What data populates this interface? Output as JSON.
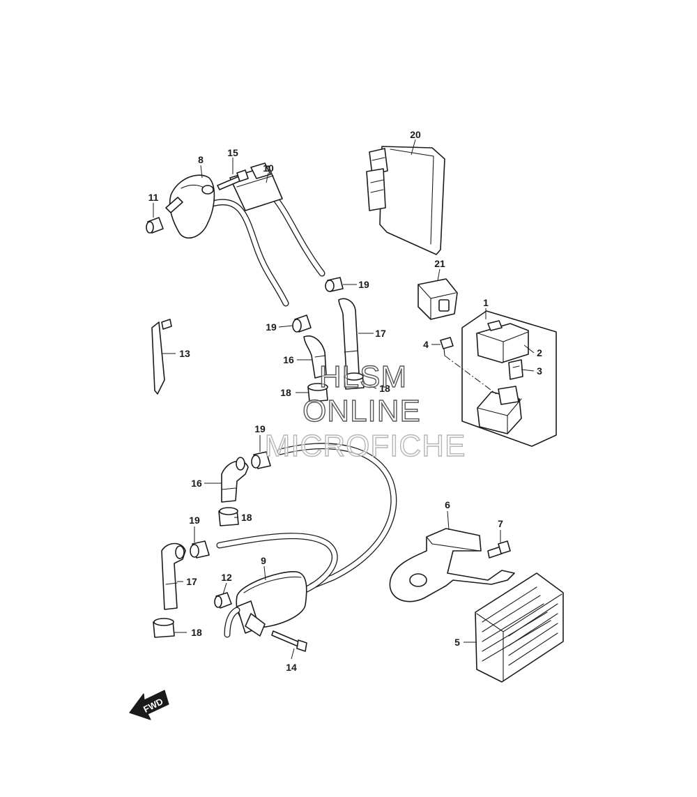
{
  "callouts": [
    {
      "id": "c1",
      "text": "1"
    },
    {
      "id": "c2",
      "text": "2"
    },
    {
      "id": "c3",
      "text": "3"
    },
    {
      "id": "c4",
      "text": "4"
    },
    {
      "id": "c5",
      "text": "5"
    },
    {
      "id": "c6",
      "text": "6"
    },
    {
      "id": "c7",
      "text": "7"
    },
    {
      "id": "c8",
      "text": "8"
    },
    {
      "id": "c9",
      "text": "9"
    },
    {
      "id": "c10",
      "text": "10"
    },
    {
      "id": "c11",
      "text": "11"
    },
    {
      "id": "c12",
      "text": "12"
    },
    {
      "id": "c13",
      "text": "13"
    },
    {
      "id": "c14",
      "text": "14"
    },
    {
      "id": "c15",
      "text": "15"
    },
    {
      "id": "c16a",
      "text": "16"
    },
    {
      "id": "c16b",
      "text": "16"
    },
    {
      "id": "c17a",
      "text": "17"
    },
    {
      "id": "c17b",
      "text": "17"
    },
    {
      "id": "c18a",
      "text": "18"
    },
    {
      "id": "c18b",
      "text": "18"
    },
    {
      "id": "c18c",
      "text": "18"
    },
    {
      "id": "c18d",
      "text": "18"
    },
    {
      "id": "c19a",
      "text": "19"
    },
    {
      "id": "c19b",
      "text": "19"
    },
    {
      "id": "c19c",
      "text": "19"
    },
    {
      "id": "c19d",
      "text": "19"
    },
    {
      "id": "c20",
      "text": "20"
    },
    {
      "id": "c21",
      "text": "21"
    }
  ],
  "watermark": {
    "line1": "HLSM",
    "line2": "ONLINE",
    "line3": "MICROFICHE"
  },
  "direction_arrow": {
    "label": "FWD",
    "icon": "fwd-arrow-icon"
  },
  "colors": {
    "ink": "#1a1a1a",
    "background": "#ffffff",
    "watermark_outline": "#555555"
  }
}
